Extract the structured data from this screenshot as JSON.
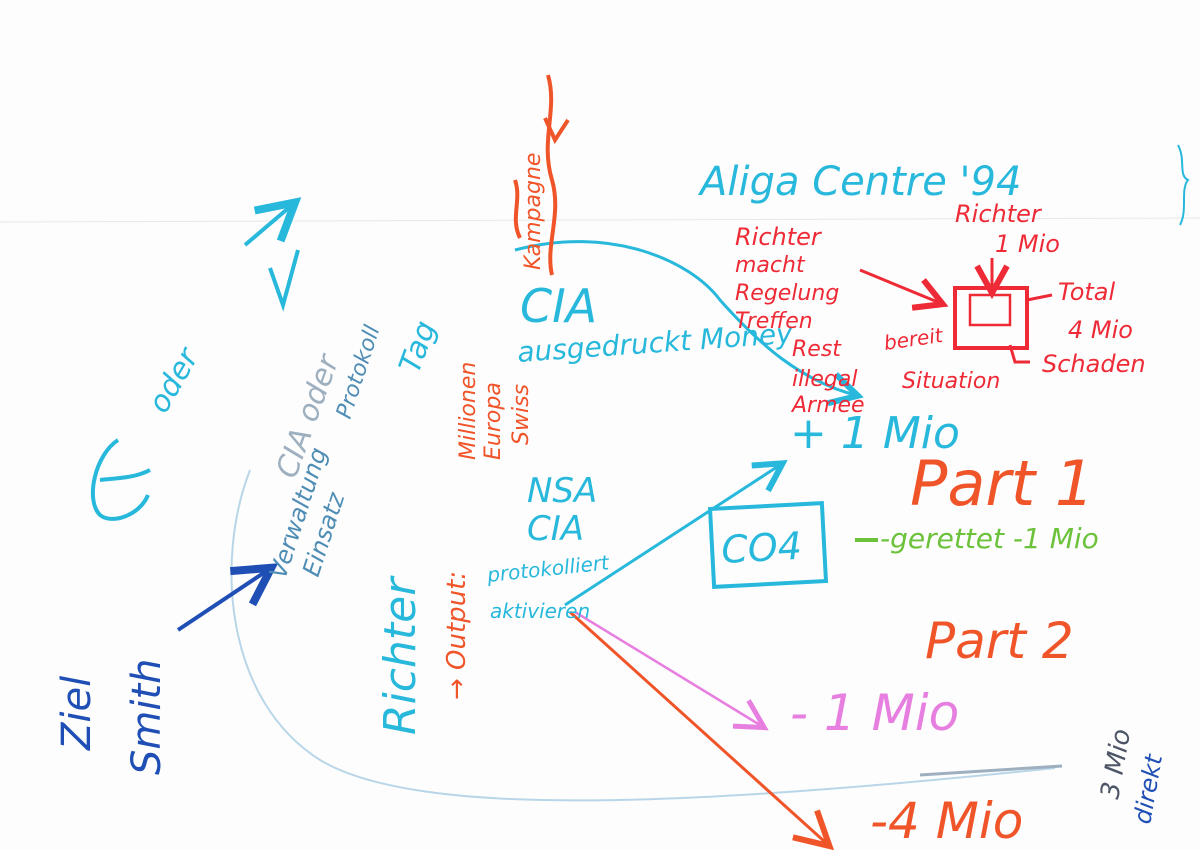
{
  "colors": {
    "cyan": "#27b8dc",
    "red": "#ee2a36",
    "orange": "#f0552a",
    "blue": "#1f4fb5",
    "steel": "#4f8db5",
    "green": "#6cc23a",
    "pink": "#e77fe0",
    "gray": "#9eb0bf",
    "dark": "#4d5566"
  },
  "notes": {
    "title": "Aliga Centre '94",
    "cia_big": "CIA",
    "cia_small": "CIA",
    "nsa": "NSA",
    "cia2": "CIA",
    "oder": "oder",
    "ziel_word": "Ziel",
    "smith": "Smith",
    "richter_vertical": "Richter",
    "output": "→ Output:",
    "co4": "CO4",
    "part1": "Part 1",
    "part2": "Part 2",
    "plus_1mio": "+ 1 Mio",
    "minus_1mio_pink": "- 1 Mio",
    "minus_4mio": "-4 Mio",
    "gerettet": "-gerettet -1 Mio",
    "richter_1mio_a": "Richter",
    "richter_1mio_b": "1 Mio",
    "total": "Total",
    "four_mio": "4 Mio",
    "schaden": "Schaden",
    "three_mio": "3 Mio",
    "direkt": "direkt",
    "ausgedruckt_money": "ausgedruckt Money",
    "protokolliert": "protokolliert",
    "aktivieren": "aktivieren"
  },
  "red_list": [
    "Richter",
    "macht",
    "Regelung",
    "Treffen",
    "Rest",
    "illegal",
    "Armee"
  ],
  "red_side": [
    "bereit",
    "Situation"
  ],
  "vertical_steel": [
    "CIA oder",
    "Verwaltung",
    "Einsatz",
    "Tag",
    "Protokoll"
  ],
  "vertical_orange": [
    "Millionen",
    "Europa",
    "Swiss",
    "Kampagne"
  ],
  "loose_marks": [
    "E",
    "?"
  ]
}
